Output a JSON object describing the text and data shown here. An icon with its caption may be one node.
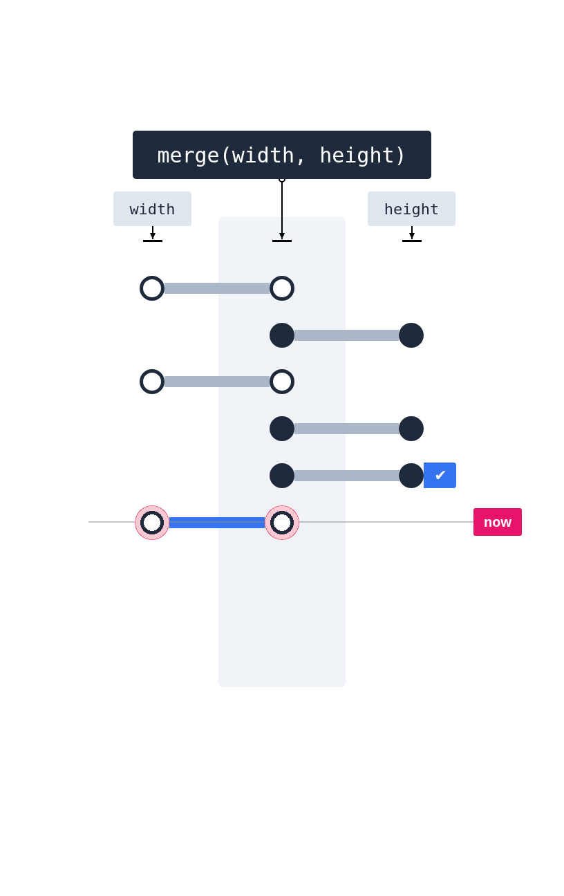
{
  "diagram": {
    "nodes": [
      {
        "text": [
          "merge(width, height)"
        ]
      },
      {
        "text": [
          "width"
        ]
      },
      {
        "text": [
          "height"
        ]
      },
      {
        "text": [],
        "shape": "bar"
      },
      {
        "text": [],
        "shape": "bar"
      },
      {
        "text": [],
        "shape": "bar"
      },
      {
        "text": [],
        "shape": "circle"
      },
      {
        "text": [],
        "shape": "circle"
      },
      {
        "text": [],
        "shape": "circle"
      },
      {
        "text": [],
        "shape": "circle"
      },
      {
        "text": [],
        "shape": "circle"
      },
      {
        "text": [],
        "shape": "circle"
      },
      {
        "text": [],
        "shape": "circle"
      },
      {
        "text": [],
        "shape": "circle"
      },
      {
        "text": [],
        "shape": "circle"
      },
      {
        "text": [],
        "shape": "circle"
      },
      {
        "text": [],
        "shape": "circle"
      },
      {
        "text": [],
        "shape": "circle"
      },
      {
        "text": [
          "✔"
        ]
      },
      {
        "text": [
          "now"
        ]
      }
    ],
    "edges": [
      {
        "from": 0,
        "to": 4,
        "arrow": "to",
        "color": "#000000"
      },
      {
        "from": 1,
        "to": 3,
        "arrow": "to",
        "color": "#000000"
      },
      {
        "from": 2,
        "to": 5,
        "arrow": "to",
        "color": "#000000"
      },
      {
        "from": 6,
        "to": 7,
        "arrow": "none"
      },
      {
        "from": 8,
        "to": 9,
        "arrow": "none"
      },
      {
        "from": 10,
        "to": 11,
        "arrow": "none"
      },
      {
        "from": 12,
        "to": 13,
        "arrow": "none"
      },
      {
        "from": 14,
        "to": 15,
        "arrow": "none"
      },
      {
        "from": 16,
        "to": 17,
        "arrow": "none",
        "color": "#3574f0"
      },
      {
        "from": null,
        "to": 19,
        "arrow": "none",
        "color": "#8c8c8c"
      }
    ]
  }
}
